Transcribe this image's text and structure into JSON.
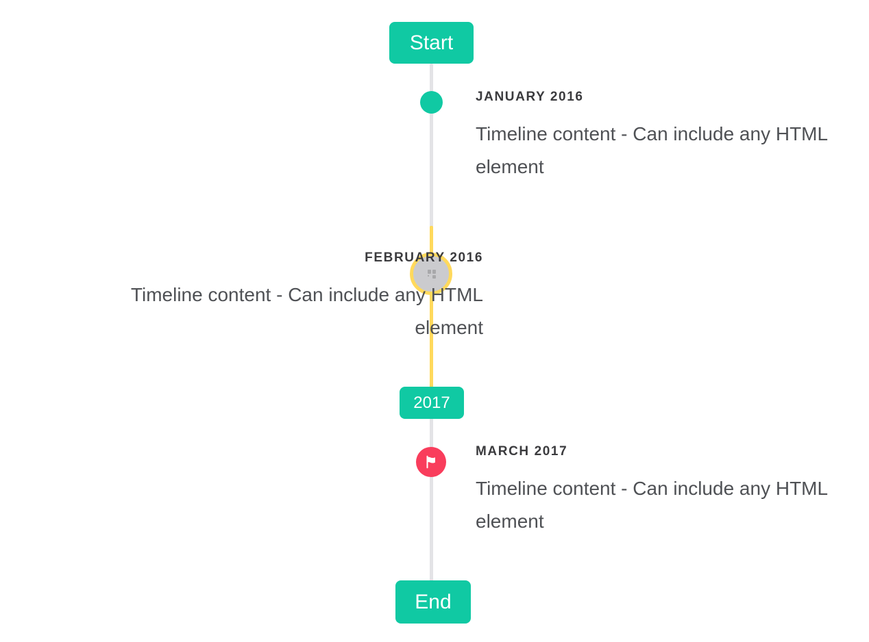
{
  "colors": {
    "teal": "#10C9A3",
    "yellow": "#FFD95C",
    "red": "#F93D5C",
    "line": "#E3E3E6",
    "circle_fill": "#CBCBCE",
    "circle_icon": "#A8A8AA",
    "heading": "#3B3B3E",
    "body": "#4F5155",
    "white": "#FFFFFF"
  },
  "timeline": {
    "start_label": "Start",
    "end_label": "End",
    "year_badge": "2017",
    "entries": [
      {
        "id": "jan-2016",
        "side": "right",
        "marker": "teal-dot",
        "title": "JANUARY 2016",
        "content": "Timeline content - Can include any HTML element"
      },
      {
        "id": "feb-2016",
        "side": "left",
        "marker": "gray-circle-yellow-ring-broken-image",
        "title": "FEBRUARY 2016",
        "content": "Timeline content - Can include any HTML element"
      },
      {
        "id": "mar-2017",
        "side": "right",
        "marker": "red-flag-circle",
        "title": "MARCH 2017",
        "content": "Timeline content - Can include any HTML element"
      }
    ]
  }
}
